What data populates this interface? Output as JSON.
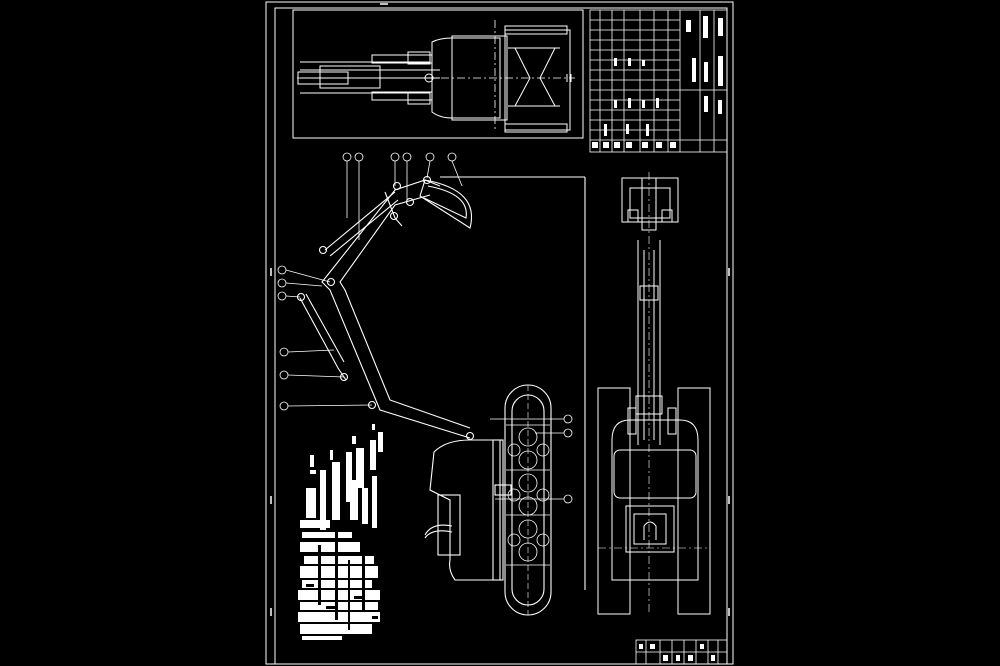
{
  "viewer": {
    "background": "#000000",
    "line_color": "#ffffff"
  },
  "drawing": {
    "sheet_name": "excavator-assembly-drawing",
    "balloon_count_top": 6,
    "balloon_count_left": 6,
    "balloon_count_right": 3,
    "title_block_rows": 14,
    "notes_lines": 34
  }
}
